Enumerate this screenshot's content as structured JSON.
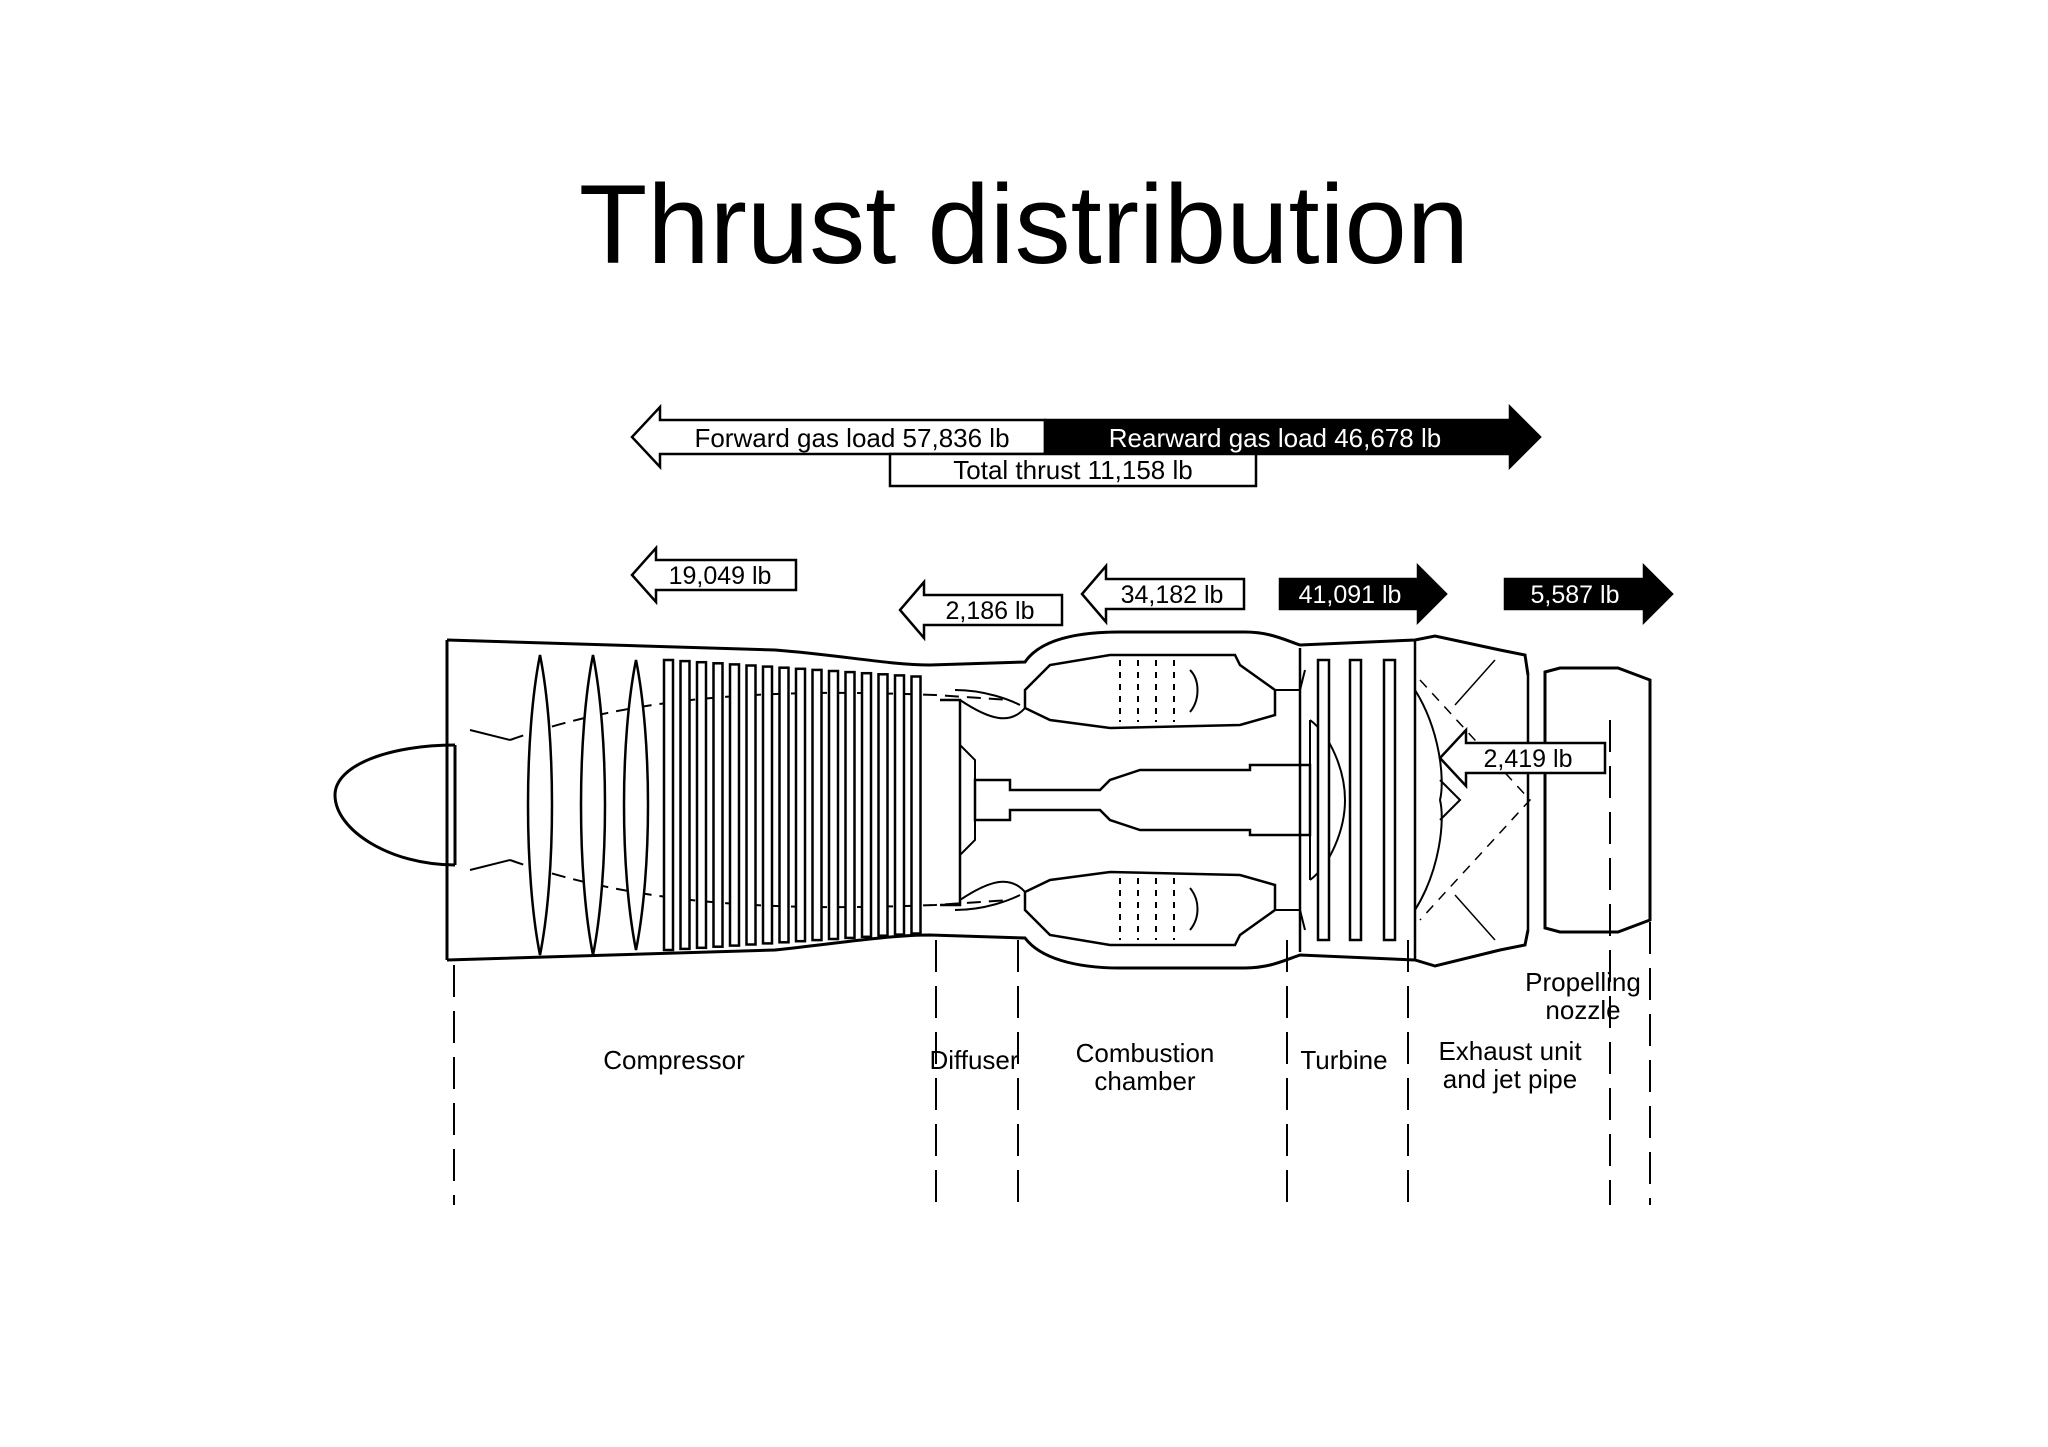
{
  "title": "Thrust distribution",
  "gas_loads": {
    "forward": "Forward gas load 57,836 lb",
    "rearward": "Rearward gas load 46,678 lb",
    "total": "Total thrust 11,158 lb"
  },
  "component_loads": {
    "compressor": "19,049 lb",
    "diffuser": "2,186 lb",
    "combustion": "34,182 lb",
    "turbine": "41,091 lb",
    "nozzle": "5,587 lb",
    "exhaust": "2,419 lb"
  },
  "sections": {
    "compressor": "Compressor",
    "diffuser": "Diffuser",
    "combustion_1": "Combustion",
    "combustion_2": "chamber",
    "turbine": "Turbine",
    "exhaust_1": "Exhaust unit",
    "exhaust_2": "and jet pipe",
    "nozzle_1": "Propelling",
    "nozzle_2": "nozzle"
  }
}
